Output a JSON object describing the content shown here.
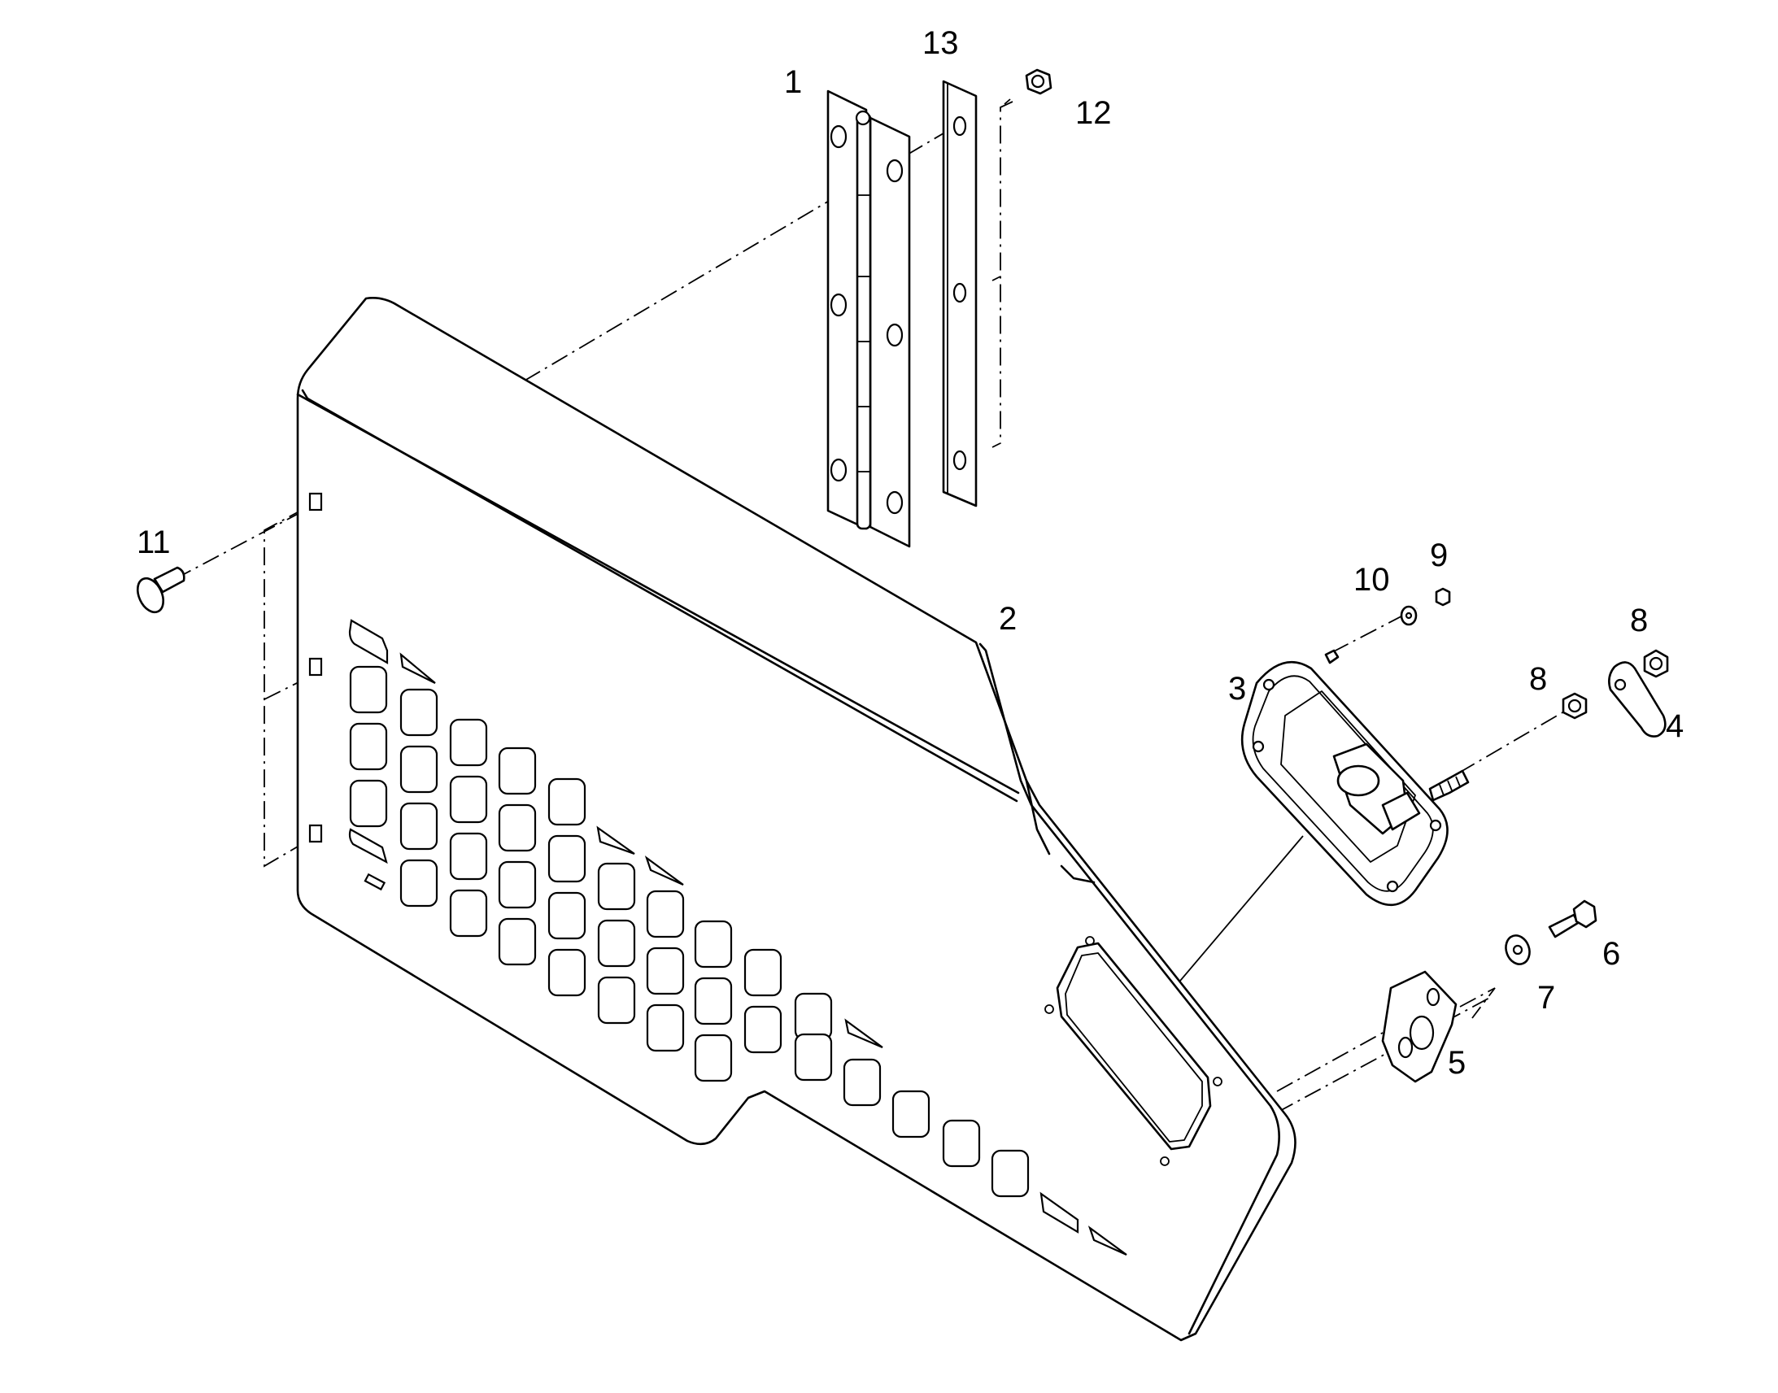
{
  "callouts": [
    {
      "id": "1",
      "text": "1"
    },
    {
      "id": "2",
      "text": "2"
    },
    {
      "id": "3",
      "text": "3"
    },
    {
      "id": "4",
      "text": "4"
    },
    {
      "id": "5",
      "text": "5"
    },
    {
      "id": "6",
      "text": "6"
    },
    {
      "id": "7",
      "text": "7"
    },
    {
      "id": "8a",
      "text": "8"
    },
    {
      "id": "8b",
      "text": "8"
    },
    {
      "id": "9",
      "text": "9"
    },
    {
      "id": "10",
      "text": "10"
    },
    {
      "id": "11",
      "text": "11"
    },
    {
      "id": "12",
      "text": "12"
    },
    {
      "id": "13",
      "text": "13"
    }
  ]
}
